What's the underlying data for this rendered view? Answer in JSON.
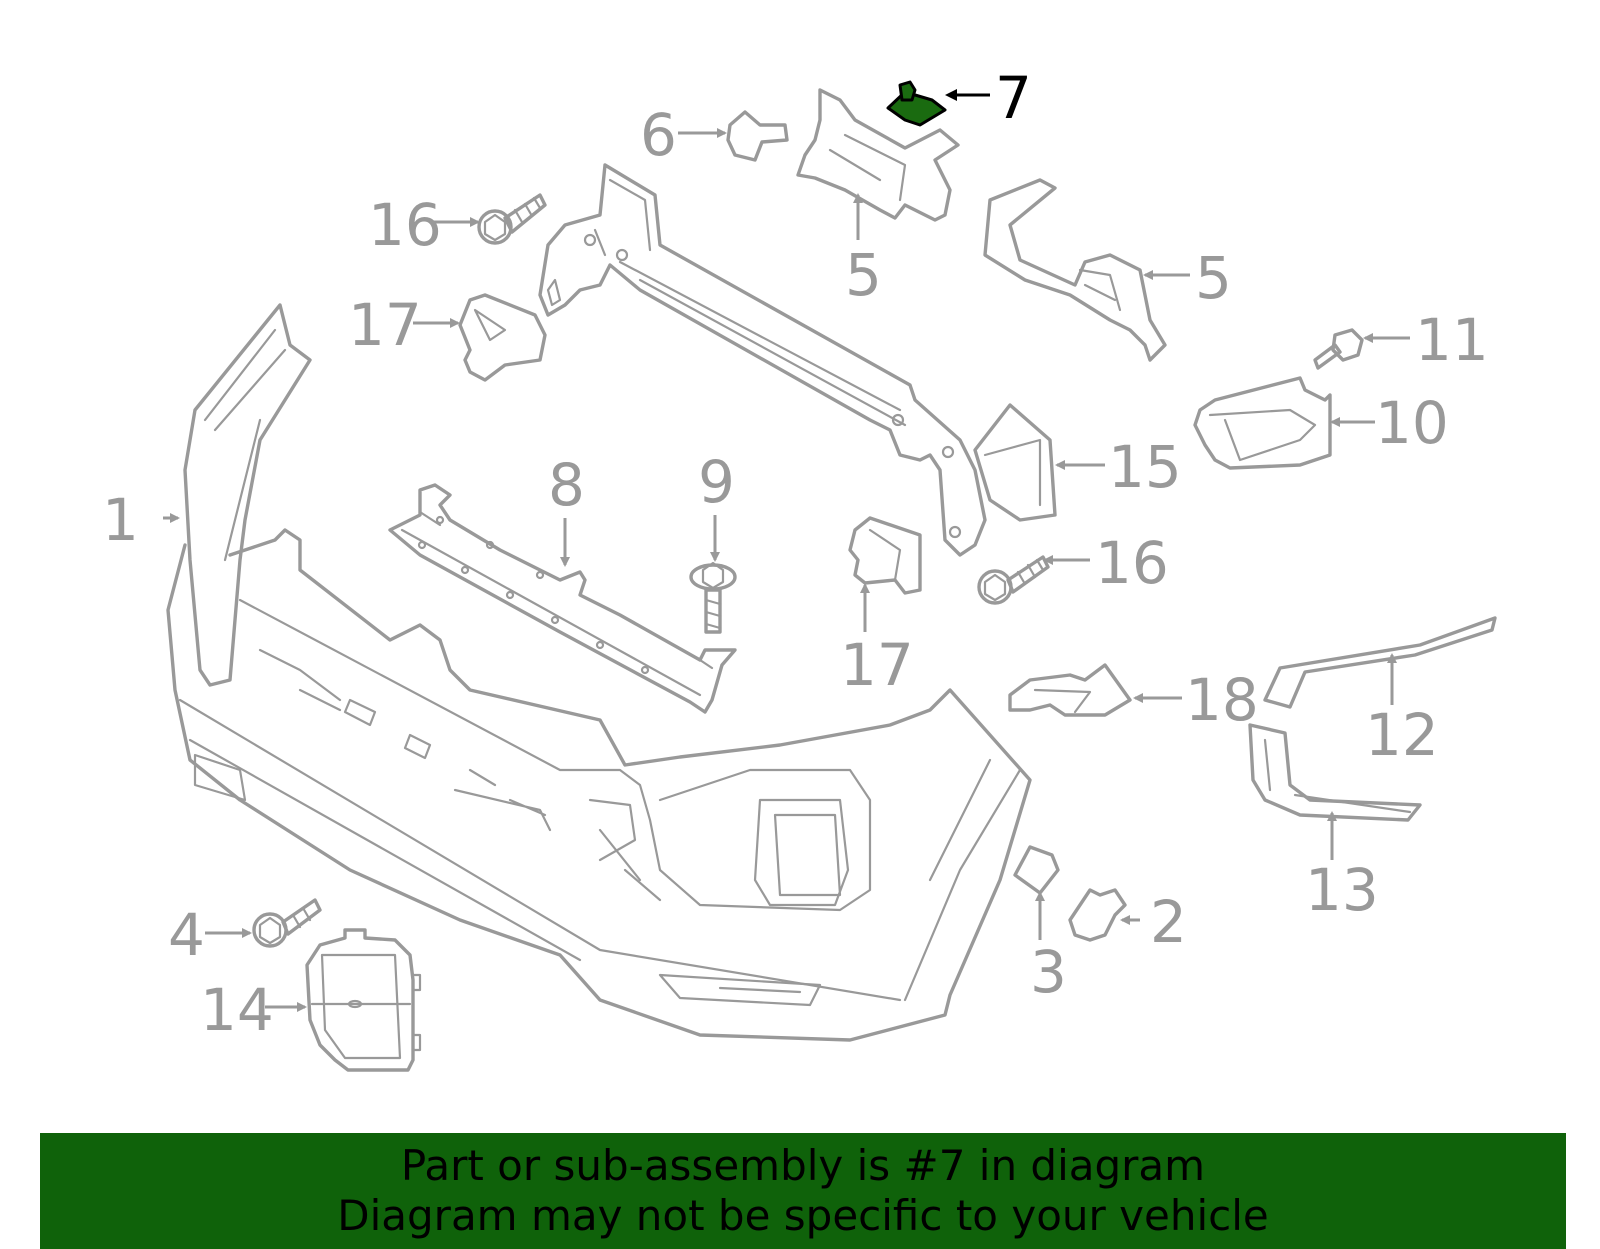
{
  "diagram": {
    "highlight_color": "#1a6b10",
    "line_color": "#999999",
    "callouts": [
      {
        "id": "c1",
        "label": "1"
      },
      {
        "id": "c2",
        "label": "2"
      },
      {
        "id": "c3",
        "label": "3"
      },
      {
        "id": "c4",
        "label": "4"
      },
      {
        "id": "c5a",
        "label": "5"
      },
      {
        "id": "c5b",
        "label": "5"
      },
      {
        "id": "c6",
        "label": "6"
      },
      {
        "id": "c7",
        "label": "7"
      },
      {
        "id": "c8",
        "label": "8"
      },
      {
        "id": "c9",
        "label": "9"
      },
      {
        "id": "c10",
        "label": "10"
      },
      {
        "id": "c11",
        "label": "11"
      },
      {
        "id": "c12",
        "label": "12"
      },
      {
        "id": "c13",
        "label": "13"
      },
      {
        "id": "c14",
        "label": "14"
      },
      {
        "id": "c15",
        "label": "15"
      },
      {
        "id": "c16a",
        "label": "16"
      },
      {
        "id": "c16b",
        "label": "16"
      },
      {
        "id": "c17a",
        "label": "17"
      },
      {
        "id": "c17b",
        "label": "17"
      },
      {
        "id": "c18",
        "label": "18"
      }
    ]
  },
  "banner": {
    "background": "#0f620a",
    "line1": "Part or sub-assembly is #7 in diagram",
    "line2": "Diagram may not be specific to your vehicle"
  }
}
